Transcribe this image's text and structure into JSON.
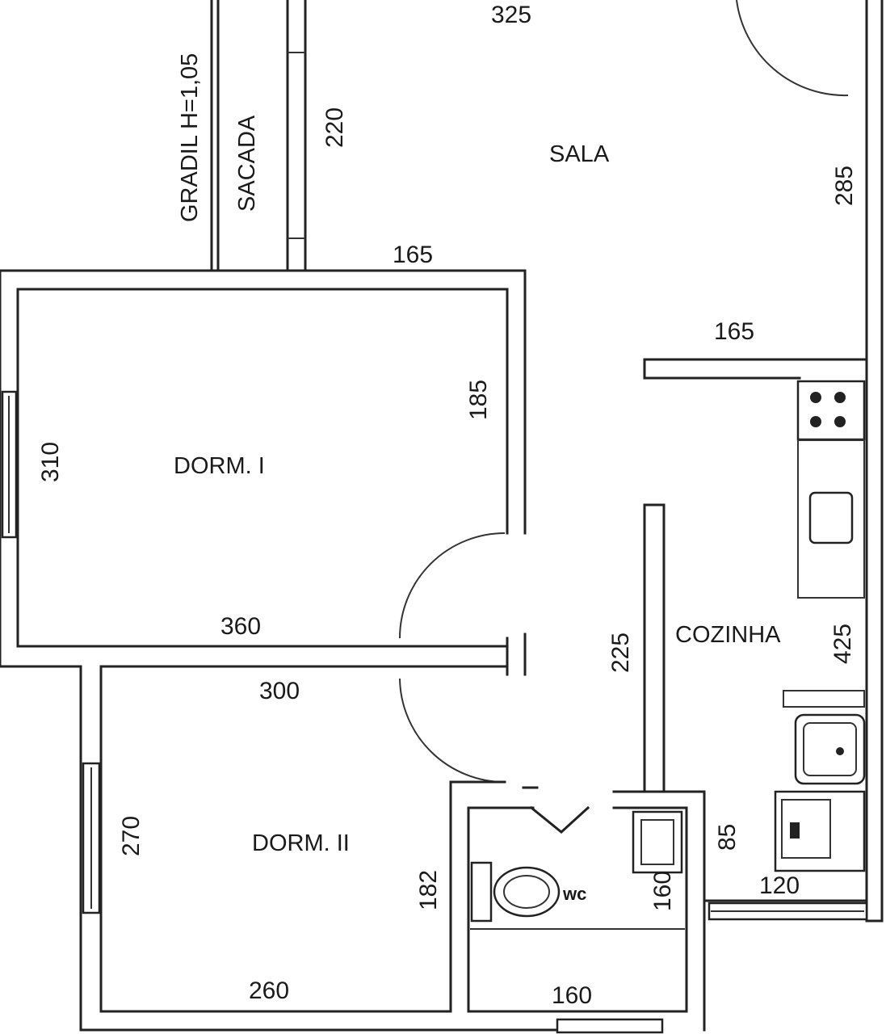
{
  "rooms": {
    "sala": "SALA",
    "dorm1": "DORM. I",
    "dorm2": "DORM. II",
    "cozinha": "COZINHA",
    "wc": "wc",
    "sacada": "SACADA",
    "gradil": "GRADIL H=1,05"
  },
  "dimensions": {
    "sala_top": "325",
    "sacada_height": "220",
    "sala_right": "285",
    "sala_bottom_left": "165",
    "sala_bottom_right": "165",
    "dorm1_height": "310",
    "dorm1_right": "185",
    "dorm1_bottom": "360",
    "dorm2_top": "300",
    "dorm2_left": "270",
    "dorm2_right": "182",
    "dorm2_bottom": "260",
    "hall_wall": "225",
    "cozinha_right": "425",
    "cozinha_small": "85",
    "cozinha_bottom": "120",
    "wc_right": "160",
    "wc_bottom": "160"
  }
}
